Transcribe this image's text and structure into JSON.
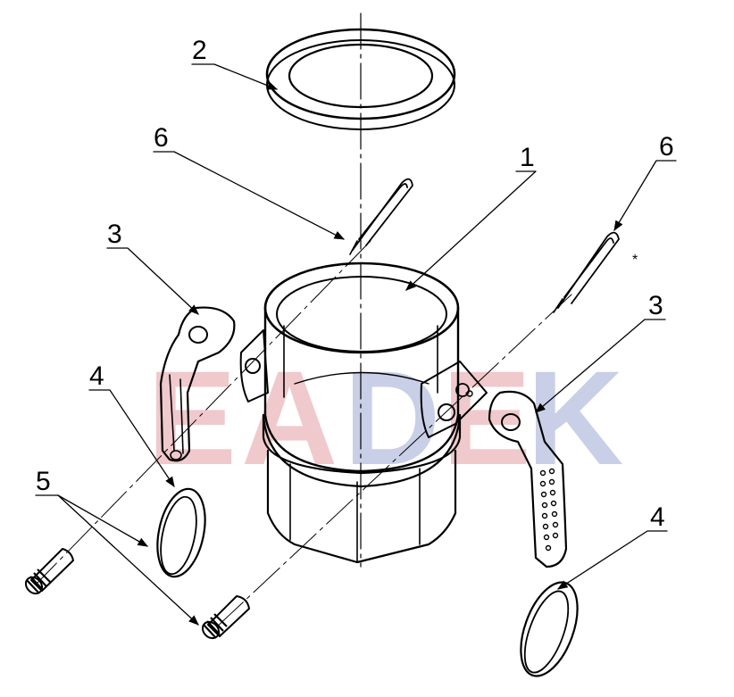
{
  "watermark": {
    "letters": [
      "E",
      "A",
      "D",
      "E",
      "K"
    ],
    "colors": [
      "#f0c9cc",
      "#f0c9cc",
      "#c9cfe6",
      "#f0c9cc",
      "#c9cfe6"
    ]
  },
  "callouts": {
    "c1": "1",
    "c2": "2",
    "c3_left": "3",
    "c3_right": "3",
    "c4_left": "4",
    "c4_right": "4",
    "c5": "5",
    "c6_left": "6",
    "c6_right": "6"
  },
  "asterisk": "*"
}
